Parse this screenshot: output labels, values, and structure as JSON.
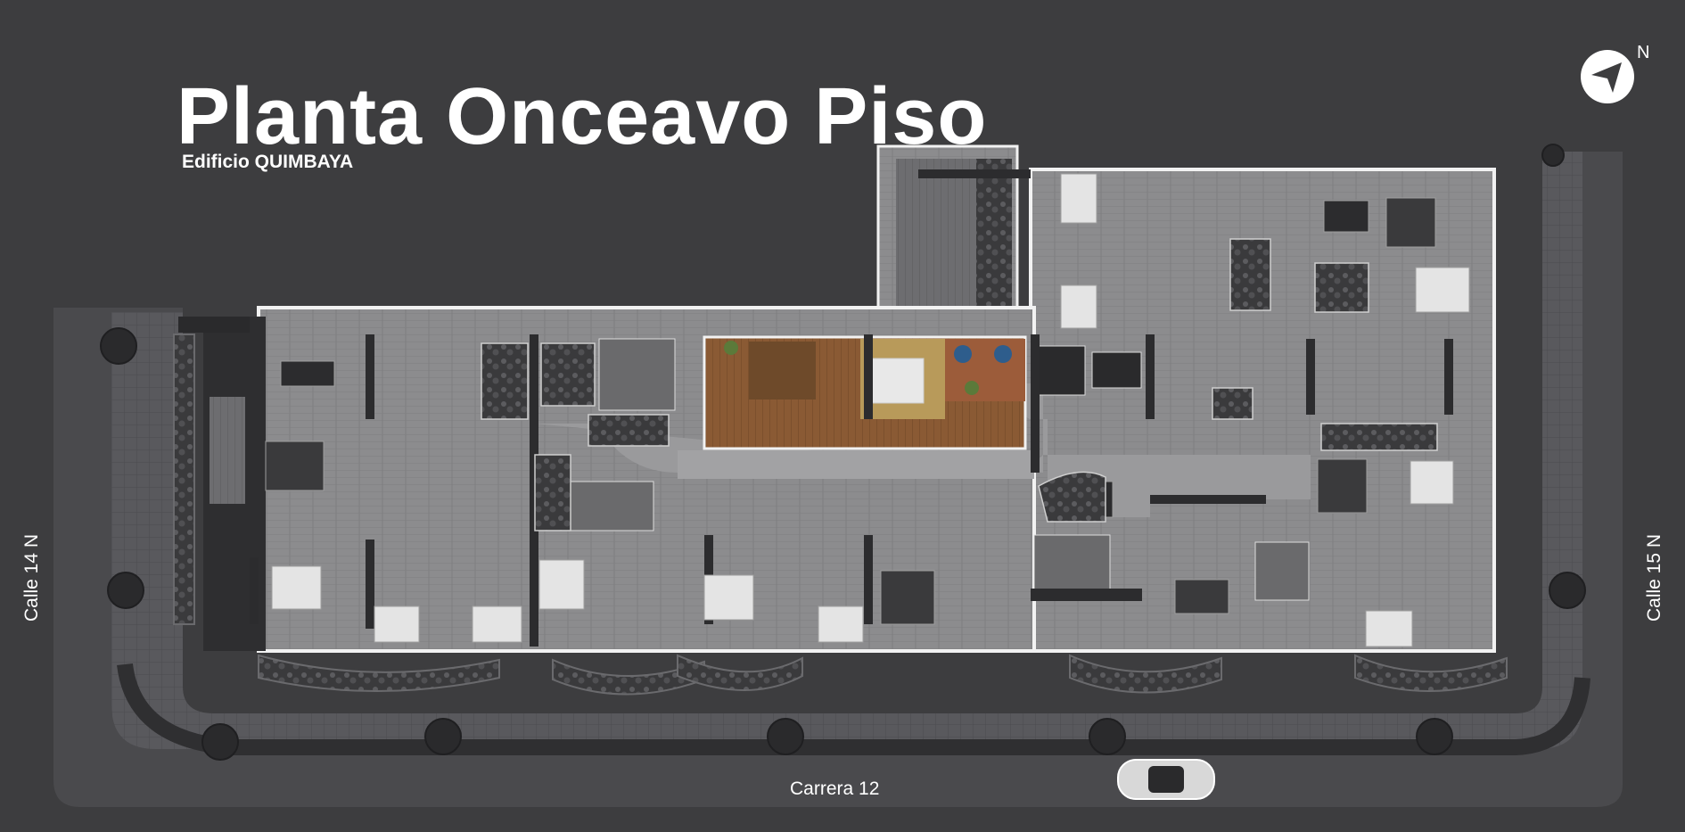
{
  "plan": {
    "title": "Planta Onceavo Piso",
    "subtitle": "Edificio QUIMBAYA"
  },
  "streets": {
    "bottom": "Carrera 12",
    "left": "Calle 14 N",
    "right": "Calle 15 N"
  },
  "compass": {
    "label": "N",
    "icon": "north-arrow-icon"
  },
  "colors": {
    "background": "#3d3d3f",
    "sidewalk": "#55555a",
    "floor": "#8a8a8c",
    "walls": "#f2f2f2",
    "highlight_wood": "#8b5a36",
    "highlight_carpet": "#b89a5a"
  }
}
